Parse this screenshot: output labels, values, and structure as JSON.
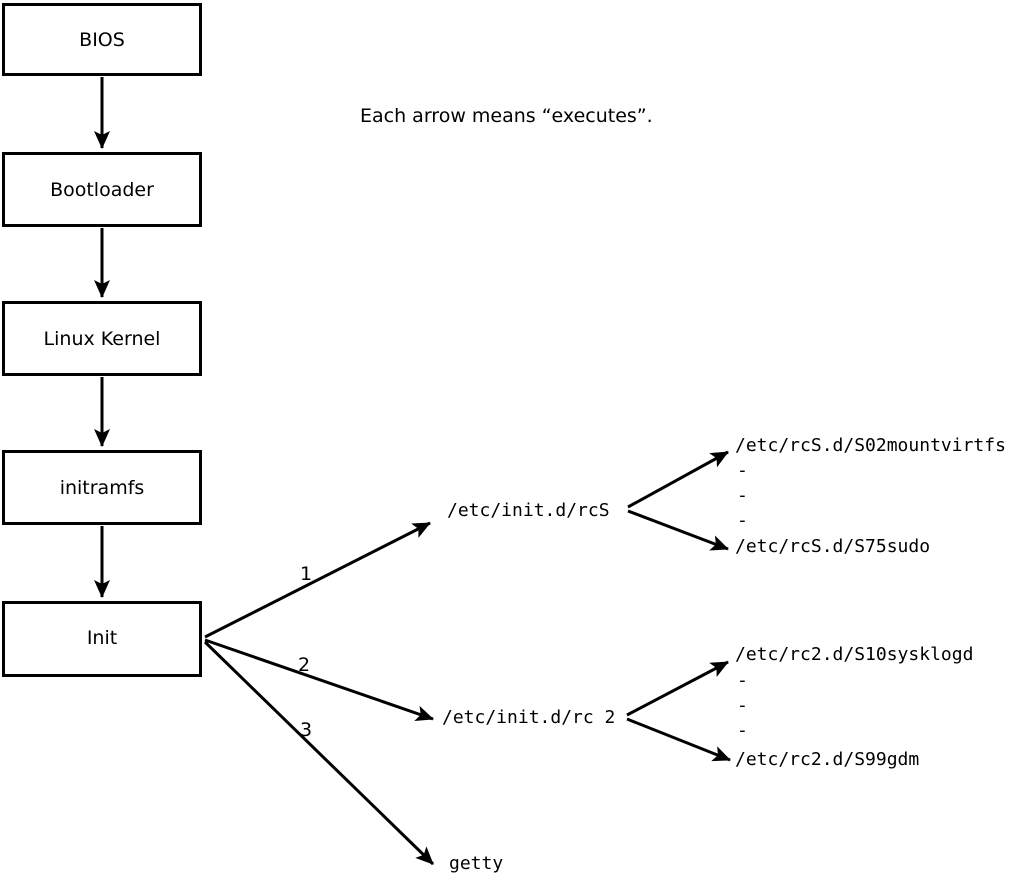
{
  "colors": {
    "ink": "#000000",
    "background": "#ffffff"
  },
  "caption": "Each arrow means “executes”.",
  "chain": [
    {
      "label": "BIOS"
    },
    {
      "label": "Bootloader"
    },
    {
      "label": "Linux Kernel"
    },
    {
      "label": "initramfs"
    },
    {
      "label": "Init"
    }
  ],
  "init_branches": [
    {
      "order": "1",
      "target": "/etc/init.d/rcS"
    },
    {
      "order": "2",
      "target": "/etc/init.d/rc 2"
    },
    {
      "order": "3",
      "target": "getty"
    }
  ],
  "rcS_listing": {
    "first": "/etc/rcS.d/S02mountvirtfs",
    "ellipsis": [
      "-",
      "-",
      "-"
    ],
    "last": "/etc/rcS.d/S75sudo"
  },
  "rc2_listing": {
    "first": "/etc/rc2.d/S10sysklogd",
    "ellipsis": [
      "-",
      "-",
      "-"
    ],
    "last": "/etc/rc2.d/S99gdm"
  }
}
